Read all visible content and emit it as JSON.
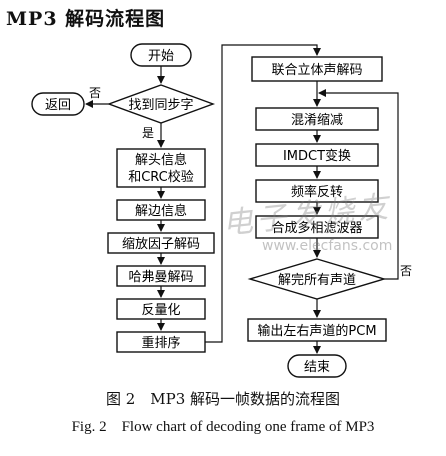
{
  "title": "MP3 解码流程图",
  "nodes": {
    "start": "开始",
    "return": "返回",
    "find_sync": "找到同步字",
    "decode_header_1": "解头信息",
    "decode_header_2": "和CRC校验",
    "side_info": "解边信息",
    "scale_factor": "缩放因子解码",
    "huffman": "哈弗曼解码",
    "dequantize": "反量化",
    "reorder": "重排序",
    "joint_stereo": "联合立体声解码",
    "alias_reduction": "混淆缩减",
    "imdct": "IMDCT变换",
    "freq_inversion": "频率反转",
    "synthesis_filter": "合成多相滤波器",
    "all_channels": "解完所有声道",
    "output_pcm": "输出左右声道的PCM",
    "end": "结束"
  },
  "edge_labels": {
    "no_sync": "否",
    "yes_sync": "是",
    "no_channels": "否"
  },
  "watermark": {
    "cn": "电子发烧友",
    "url": "www.elecfans.com"
  },
  "caption": {
    "cn": "图 2　MP3 解码一帧数据的流程图",
    "en": "Fig. 2　Flow chart of decoding one frame of MP3"
  }
}
